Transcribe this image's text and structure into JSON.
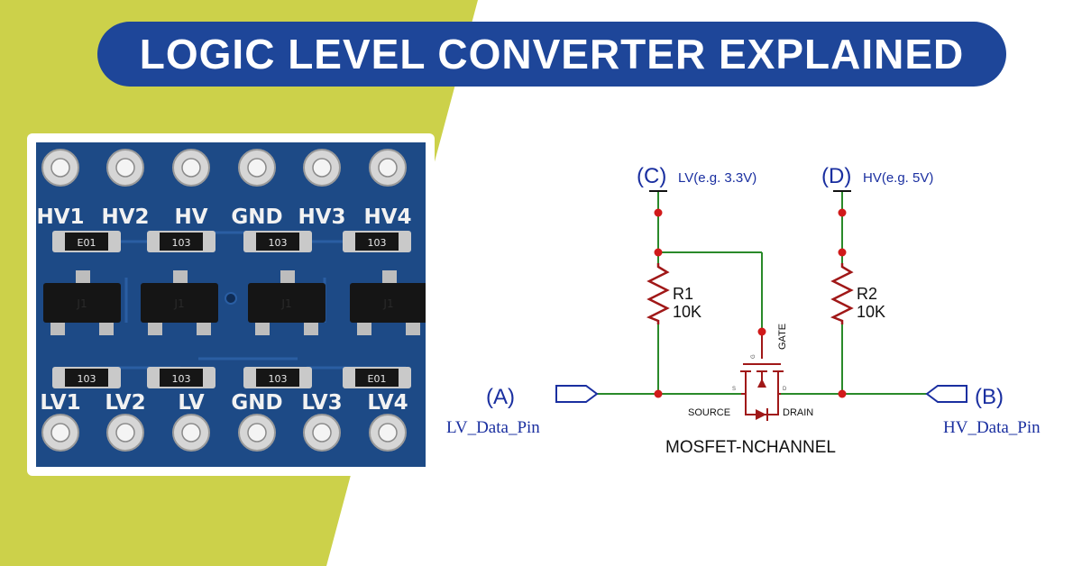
{
  "title": "LOGIC LEVEL CONVERTER EXPLAINED",
  "colors": {
    "banner": "#1e4699",
    "left_panel": "#ccd14a",
    "pcb": "#1d4a86",
    "wire": "#2a8a2a",
    "node": "#d11a1a",
    "component": "#a01818",
    "port": "#1a2fa0"
  },
  "board": {
    "top_pins": [
      "HV1",
      "HV2",
      "HV",
      "GND",
      "HV3",
      "HV4"
    ],
    "bottom_pins": [
      "LV1",
      "LV2",
      "LV",
      "GND",
      "LV3",
      "LV4"
    ],
    "top_resistors": [
      "E01",
      "103",
      "103",
      "103"
    ],
    "bottom_resistors": [
      "103",
      "103",
      "103",
      "E01"
    ],
    "mosfet_marks": [
      "J1",
      "J1",
      "J1",
      "J1"
    ]
  },
  "schematic": {
    "port_c_label": "(C)",
    "port_c_value": "LV(e.g. 3.3V)",
    "port_d_label": "(D)",
    "port_d_value": "HV(e.g. 5V)",
    "r1_name": "R1",
    "r1_value": "10K",
    "r2_name": "R2",
    "r2_value": "10K",
    "gate_label": "GATE",
    "g_pin": "G",
    "s_pin": "S",
    "d_pin": "D",
    "source_label": "SOURCE",
    "drain_label": "DRAIN",
    "mosfet_label": "MOSFET-NCHANNEL",
    "port_a_label": "(A)",
    "port_a_name": "LV_Data_Pin",
    "port_b_label": "(B)",
    "port_b_name": "HV_Data_Pin"
  }
}
